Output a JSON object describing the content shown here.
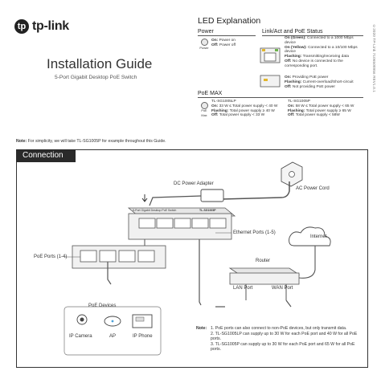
{
  "brand": {
    "name": "tp-link"
  },
  "guide": {
    "title": "Installation Guide",
    "subtitle": "5-Port Gigabit Desktop PoE Switch",
    "side_text": "©2020 TP-Link 7106508956 REV1.0.1",
    "simplicity_note": "For simplicity, we will take TL-SG1005P for example throughout this Guide."
  },
  "led": {
    "heading": "LED Explanation",
    "power": {
      "heading": "Power",
      "icon_label": "Power",
      "lines": [
        {
          "key": "On:",
          "text": "Power on"
        },
        {
          "key": "Off:",
          "text": "Power off"
        }
      ]
    },
    "link": {
      "heading": "Link/Act and PoE Status",
      "port_lines": [
        {
          "key": "On (Green):",
          "text": "Connected to a 1000 Mbps device"
        },
        {
          "key": "On (Yellow):",
          "text": "Connected to a 10/100 Mbps device"
        },
        {
          "key": "Flashing:",
          "text": "Transmitting/receiving data"
        },
        {
          "key": "Off:",
          "text": "No device is connected to the corresponding port."
        }
      ],
      "poe_lines": [
        {
          "key": "On:",
          "text": "Providing PoE power"
        },
        {
          "key": "Flashing:",
          "text": "Current-overload/Short-circuit"
        },
        {
          "key": "Off:",
          "text": "Not providing PoE power"
        }
      ]
    },
    "poe_max": {
      "heading": "PoE MAX",
      "icon_label": "PoE Max",
      "col1": {
        "model": "TL-SG1005LP",
        "lines": [
          {
            "key": "On:",
            "text": "33 W ≤ Total power supply < 40 W"
          },
          {
            "key": "Flashing:",
            "text": "Total power supply ≥ 40 W"
          },
          {
            "key": "Off:",
            "text": "Total power supply < 33 W"
          }
        ]
      },
      "col2": {
        "model": "TL-SG1005P",
        "lines": [
          {
            "key": "On:",
            "text": "58 W ≤ Total power supply < 65 W"
          },
          {
            "key": "Flashing:",
            "text": "Total power supply ≥ 65 W"
          },
          {
            "key": "Off:",
            "text": "Total power supply < 58W"
          }
        ]
      }
    }
  },
  "connection": {
    "heading": "Connection",
    "dc_adapter": "DC Power Adapter",
    "ac_cord": "AC Power Cord",
    "ethernet_ports": "Ethernet Ports (1-5)",
    "poe_ports": "PoE Ports (1-4)",
    "router": "Router",
    "lan_port": "LAN Port",
    "wan_port": "WAN Port",
    "internet": "Internet",
    "poe_devices": "PoE Devices",
    "devices": [
      "IP Camera",
      "AP",
      "IP Phone"
    ],
    "switch_plate": "5-Port Gigabit Desktop PoE Switch",
    "switch_model": "TL-SG1005P",
    "notes": {
      "label": "Note:",
      "items": [
        "1. PoE ports can also connect to non-PoE devices, but only transmit data.",
        "2. TL-SG1005LP can supply up to 30 W for each PoE port and 40 W for all PoE ports.",
        "3. TL-SG1005P can supply up to 30 W for each PoE port and 65 W for all PoE ports."
      ]
    }
  }
}
